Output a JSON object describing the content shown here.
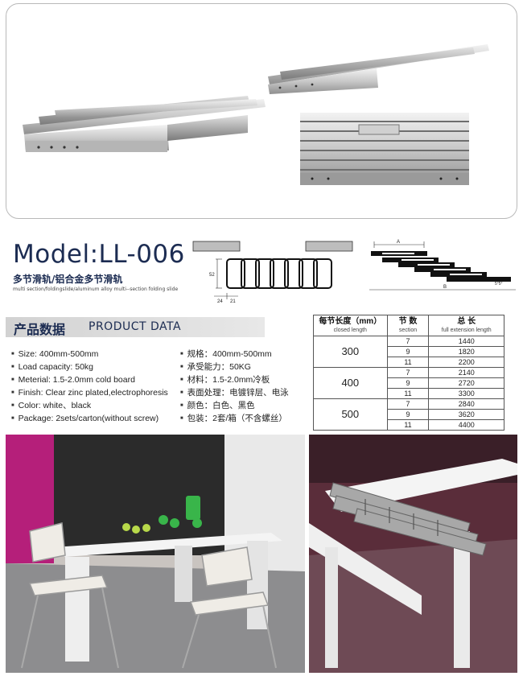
{
  "images": {
    "top": "aluminium multi-section slide rails product photo",
    "bottom_left": "white extendable dining table with chairs",
    "bottom_right": "extendable table with slide mechanism exposed"
  },
  "model": {
    "title": "Model:LL-006",
    "subtitle_cn": "多节滑轨/铝合金多节滑轨",
    "subtitle_en": "multi section/foldingslide/aluminum alloy multi--section folding slide"
  },
  "diagram_labels": {
    "dim_height": "52",
    "dim_w1": "24",
    "dim_w2": "21",
    "label_a": "A",
    "label_b": "B",
    "label_angle": "5°5°"
  },
  "product_data": {
    "title_cn": "产品数据",
    "title_en": "PRODUCT DATA",
    "specs_en": [
      "Size: 400mm-500mm",
      "Load capacity: 50kg",
      "Meterial: 1.5-2.0mm cold board",
      "Finish: Clear zinc plated,electrophoresis",
      "Color: white、black",
      "Package: 2sets/carton(without screw)"
    ],
    "specs_cn": [
      "规格：400mm-500mm",
      "承受能力：50KG",
      "材料：1.5-2.0mm冷板",
      "表面处理：电镀锌层、电泳",
      "颜色：白色、黑色",
      "包装：2套/箱（不含螺丝）"
    ]
  },
  "table": {
    "headers": [
      {
        "cn": "每节长度（mm）",
        "en": "closed length"
      },
      {
        "cn": "节 数",
        "en": "section"
      },
      {
        "cn": "总 长",
        "en": "full extension length"
      }
    ],
    "groups": [
      {
        "length": "300",
        "rows": [
          [
            "7",
            "1440"
          ],
          [
            "9",
            "1820"
          ],
          [
            "11",
            "2200"
          ]
        ]
      },
      {
        "length": "400",
        "rows": [
          [
            "7",
            "2140"
          ],
          [
            "9",
            "2720"
          ],
          [
            "11",
            "3300"
          ]
        ]
      },
      {
        "length": "500",
        "rows": [
          [
            "7",
            "2840"
          ],
          [
            "9",
            "3620"
          ],
          [
            "11",
            "4400"
          ]
        ]
      }
    ]
  }
}
